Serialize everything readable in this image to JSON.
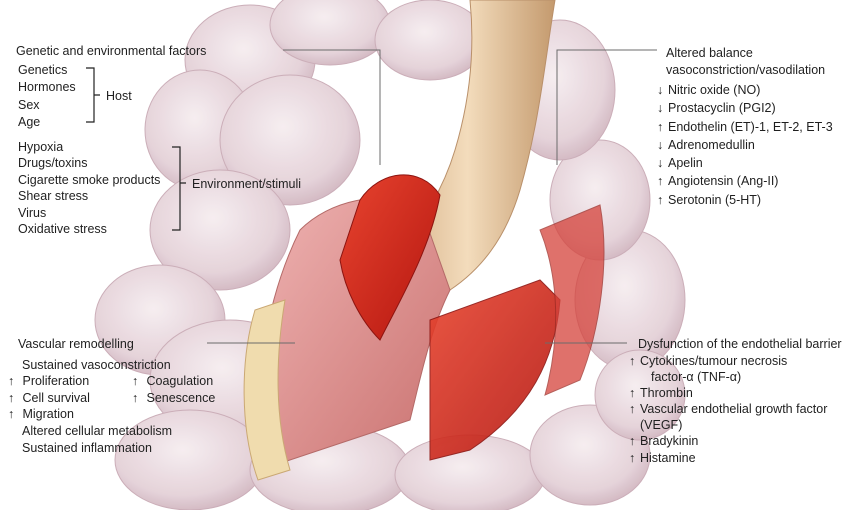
{
  "left_top": {
    "heading": "Genetic and environmental factors",
    "host_items": [
      "Genetics",
      "Hormones",
      "Sex",
      "Age"
    ],
    "host_label": "Host",
    "env_items": [
      "Hypoxia",
      "Drugs/toxins",
      "Cigarette smoke products",
      "Shear stress",
      "Virus",
      "Oxidative stress"
    ],
    "env_label": "Environment/stimuli"
  },
  "right_top": {
    "heading_line1": "Altered balance",
    "heading_line2": "vasoconstriction/vasodilation",
    "items": [
      {
        "arrow": "↓",
        "text": "Nitric oxide (NO)"
      },
      {
        "arrow": "↓",
        "text": "Prostacyclin (PGI2)"
      },
      {
        "arrow": "↑",
        "text": "Endothelin (ET)-1, ET-2, ET-3"
      },
      {
        "arrow": "↓",
        "text": "Adrenomedullin"
      },
      {
        "arrow": "↓",
        "text": "Apelin"
      },
      {
        "arrow": "↑",
        "text": "Angiotensin (Ang-II)"
      },
      {
        "arrow": "↑",
        "text": "Serotonin (5-HT)"
      }
    ]
  },
  "left_bottom": {
    "heading": "Vascular remodelling",
    "line1": "Sustained vasoconstriction",
    "col1": [
      {
        "arrow": "↑",
        "text": "Proliferation"
      },
      {
        "arrow": "↑",
        "text": "Cell survival"
      },
      {
        "arrow": "↑",
        "text": "Migration"
      }
    ],
    "col2": [
      {
        "arrow": "↑",
        "text": "Coagulation"
      },
      {
        "arrow": "↑",
        "text": "Senescence"
      }
    ],
    "tail": [
      "Altered cellular metabolism",
      "Sustained inflammation"
    ]
  },
  "right_bottom": {
    "heading": "Dysfunction of the endothelial barrier",
    "items": [
      {
        "arrow": "↑",
        "text": "Cytokines/tumour necrosis"
      },
      {
        "arrow": "",
        "text": "factor-α (TNF-α)"
      },
      {
        "arrow": "↑",
        "text": "Thrombin"
      },
      {
        "arrow": "↑",
        "text": "Vascular endothelial growth factor"
      },
      {
        "arrow": "",
        "text": "(VEGF)"
      },
      {
        "arrow": "↑",
        "text": "Bradykinin"
      },
      {
        "arrow": "↑",
        "text": "Histamine"
      }
    ]
  },
  "colors": {
    "alveoli": "#e7d6dc",
    "alveoli_edge": "#c9aab5",
    "vessel_outer": "#e9c79c",
    "muscle": "#e4989a",
    "lumen_red": "#d9251c",
    "leader": "#6b6b6b"
  },
  "icons": [
    "bracket-host",
    "bracket-environment",
    "leader-lines"
  ]
}
